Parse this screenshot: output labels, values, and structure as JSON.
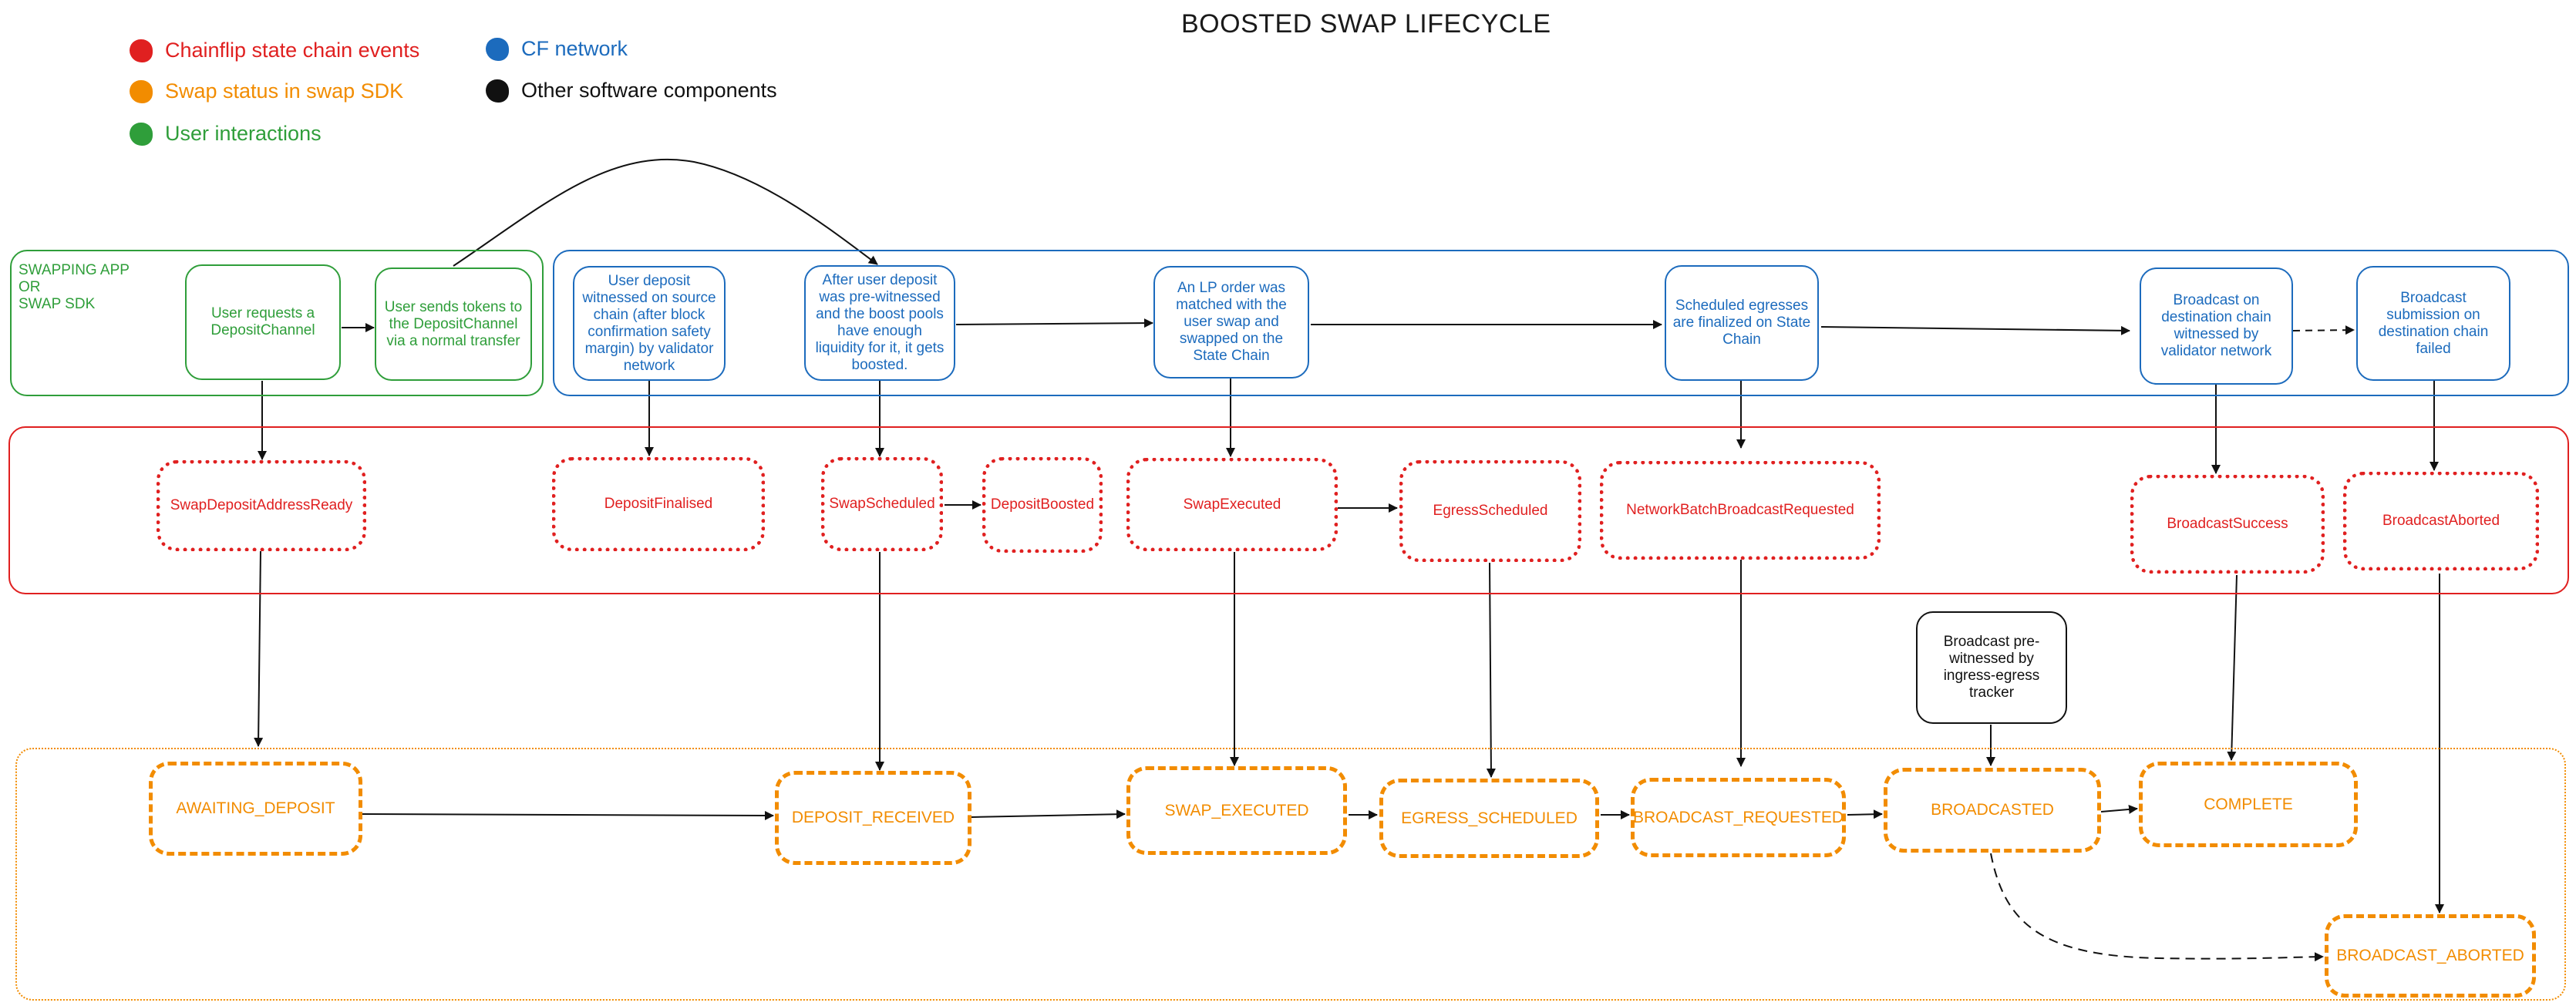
{
  "title": "BOOSTED SWAP LIFECYCLE",
  "legend": [
    {
      "label": "Chainflip state chain events",
      "color": "#e02020"
    },
    {
      "label": "Swap status in swap SDK",
      "color": "#f28c00"
    },
    {
      "label": "User interactions",
      "color": "#2f9e3a"
    },
    {
      "label": "CF network",
      "color": "#1c6bbd"
    },
    {
      "label": "Other software components",
      "color": "#111111"
    }
  ],
  "lanes": {
    "swapping_app_label": "SWAPPING APP\nOR\nSWAP SDK"
  },
  "user_nodes": [
    "User requests a DepositChannel",
    "User sends tokens to the DepositChannel via a normal transfer"
  ],
  "network_nodes": [
    "User deposit witnessed on source chain (after block confirmation safety margin) by validator network",
    "After user deposit was pre-witnessed and the boost pools have enough liquidity for it, it gets boosted.",
    "An LP order was matched with the user swap and swapped on the State Chain",
    "Scheduled egresses are finalized on State Chain",
    "Broadcast on destination chain witnessed  by validator network",
    "Broadcast submission on destination chain failed"
  ],
  "events": [
    "SwapDepositAddressReady",
    "DepositFinalised",
    "SwapScheduled",
    "DepositBoosted",
    "SwapExecuted",
    "EgressScheduled",
    "NetworkBatchBroadcastRequested",
    "BroadcastSuccess",
    "BroadcastAborted"
  ],
  "tracker_node": "Broadcast pre-witnessed by ingress-egress tracker",
  "statuses": [
    "AWAITING_DEPOSIT",
    "DEPOSIT_RECEIVED",
    "SWAP_EXECUTED",
    "EGRESS_SCHEDULED",
    "BROADCAST_REQUESTED",
    "BROADCASTED",
    "COMPLETE",
    "BROADCAST_ABORTED"
  ]
}
